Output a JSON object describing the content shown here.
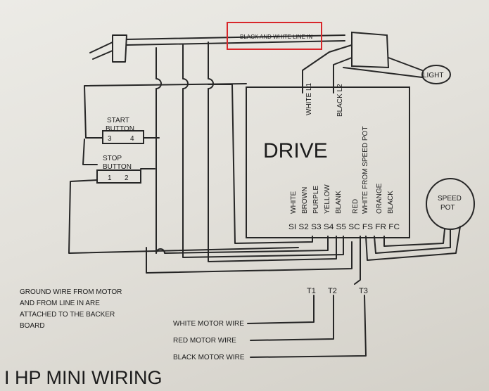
{
  "labels": {
    "line_in": "BLACK AND WHITE LINE IN",
    "light": "LIGHT",
    "white_l1": "WHITE L1",
    "black_l2": "BLACK L2",
    "drive": "DRIVE",
    "start_button": [
      "START",
      "BUTTON"
    ],
    "start_terms": [
      "3",
      "4"
    ],
    "stop_button": [
      "STOP",
      "BUTTON"
    ],
    "stop_terms": [
      "1",
      "2"
    ],
    "speed_pot": [
      "SPEED",
      "POT"
    ],
    "wire_colors": [
      "WHITE",
      "BROWN",
      "PURPLE",
      "YELLOW",
      "BLANK",
      "RED",
      "WHITE FROM SPEED POT",
      "ORANGE",
      "BLACK"
    ],
    "terminals": "SI S2 S3 S4 S5 SC FS FR FC",
    "outputs": [
      "T1",
      "T2",
      "T3"
    ],
    "motor_wires": [
      "WHITE MOTOR WIRE",
      "RED MOTOR WIRE",
      "BLACK MOTOR WIRE"
    ],
    "ground_note": [
      "GROUND WIRE FROM MOTOR",
      "AND FROM LINE IN ARE",
      "ATTACHED TO THE BACKER",
      "BOARD"
    ],
    "title": "I HP MINI WIRING"
  },
  "colors": {
    "ink": "#262626",
    "highlight": "#d8262a"
  }
}
